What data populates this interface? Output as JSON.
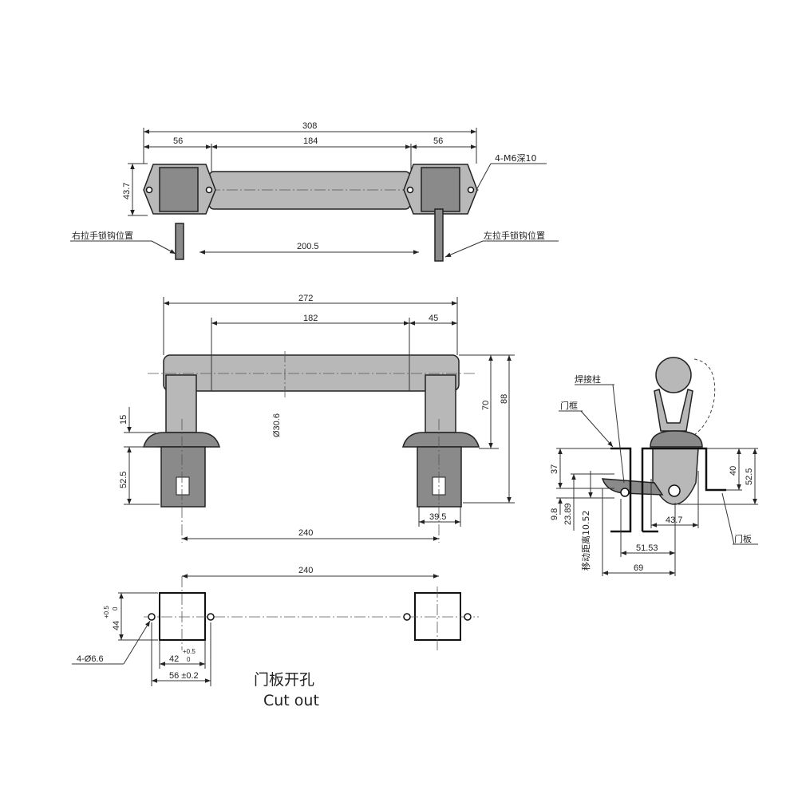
{
  "top_view": {
    "overall": "308",
    "left_end": "56",
    "center": "184",
    "right_end": "56",
    "height": "43.7",
    "thread_note": "4-M6深10",
    "right_hook_label": "右拉手锁钩位置",
    "left_hook_label": "左拉手锁钩位置",
    "hook_span": "200.5"
  },
  "front_view": {
    "overall": "272",
    "bar": "182",
    "end": "45",
    "diameter": "Ø30.6",
    "height_70": "70",
    "height_88": "88",
    "flange": "15",
    "base": "52.5",
    "pitch": "240",
    "base_width": "39.5"
  },
  "side_view": {
    "weld_stud": "焊接柱",
    "door_frame": "门框",
    "door_panel": "门板",
    "d37": "37",
    "d9_8": "9.8",
    "d23_89": "23.89",
    "travel": "移动距离10.52",
    "d40": "40",
    "d52_5": "52.5",
    "d43_7": "43.7",
    "d51_53": "51.53",
    "d69": "69"
  },
  "cutout": {
    "pitch": "240",
    "height": "44",
    "height_tol_upper": "+0.5",
    "height_tol_lower": "0",
    "width": "42",
    "width_tol_upper": "+0.5",
    "width_tol_lower": "0",
    "hole_span": "56 ±0.2",
    "holes": "4-Ø6.6",
    "title_cn": "门板开孔",
    "title_en": "Cut out"
  }
}
